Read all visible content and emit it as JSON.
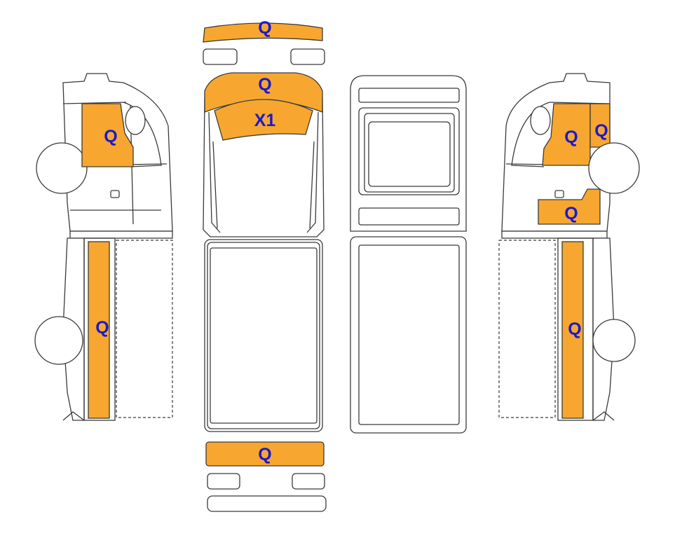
{
  "colors": {
    "damage_fill": "#f7a72f",
    "label": "#1a1acc",
    "outline": "#3a3a3a",
    "background": "#ffffff"
  },
  "labels": {
    "front_bumper": "Q",
    "hood": "Q",
    "windshield": "X1",
    "left_door": "Q",
    "left_side_panel": "Q",
    "right_door": "Q",
    "right_pillar": "Q",
    "right_rocker": "Q",
    "right_side_panel": "Q",
    "rear_bumper": "Q"
  }
}
